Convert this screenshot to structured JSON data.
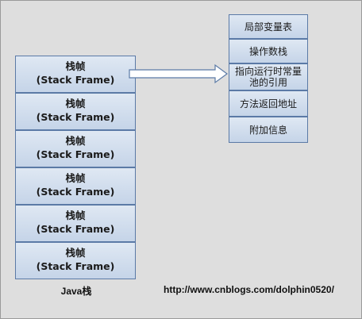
{
  "stack": {
    "label": "Java栈",
    "frames": [
      {
        "line1": "栈帧",
        "line2": "(Stack  Frame)"
      },
      {
        "line1": "栈帧",
        "line2": "(Stack Frame)"
      },
      {
        "line1": "栈帧",
        "line2": "(Stack Frame)"
      },
      {
        "line1": "栈帧",
        "line2": "(Stack Frame)"
      },
      {
        "line1": "栈帧",
        "line2": "(Stack Frame)"
      },
      {
        "line1": "栈帧",
        "line2": "(Stack Frame)"
      }
    ]
  },
  "frame_detail": {
    "items": [
      {
        "text": "局部变量表"
      },
      {
        "text": "操作数栈"
      },
      {
        "line1": "指向运行时常量",
        "line2": "池的引用"
      },
      {
        "text": "方法返回地址"
      },
      {
        "text": "附加信息"
      }
    ]
  },
  "url": "http://www.cnblogs.com/dolphin0520/",
  "colors": {
    "background": "#dedede",
    "box_fill_top": "#dfe8f3",
    "box_fill_bottom": "#c5d4e8",
    "box_border": "#5b7aa6"
  }
}
